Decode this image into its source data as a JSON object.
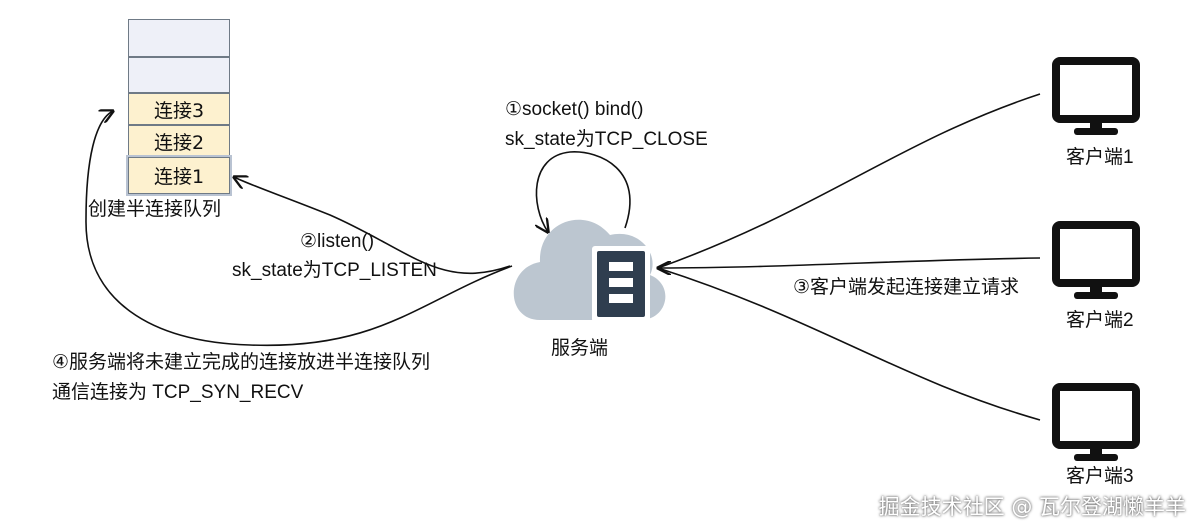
{
  "queue": {
    "cells": [
      "",
      "",
      "连接3",
      "连接2",
      "连接1"
    ],
    "caption": "创建半连接队列"
  },
  "server": {
    "label": "服务端"
  },
  "steps": {
    "step1_line1": "①socket() bind()",
    "step1_line2": "sk_state为TCP_CLOSE",
    "step2_line1": "②listen()",
    "step2_line2": "sk_state为TCP_LISTEN",
    "step3": "③客户端发起连接建立请求",
    "step4_line1": "④服务端将未建立完成的连接放进半连接队列",
    "step4_line2": "通信连接为 TCP_SYN_RECV"
  },
  "clients": [
    {
      "label": "客户端1"
    },
    {
      "label": "客户端2"
    },
    {
      "label": "客户端3"
    }
  ],
  "watermark": "掘金技术社区 @ 瓦尔登湖懒羊羊",
  "colors": {
    "queue_empty": "#eef0f8",
    "queue_filled": "#fdf1cf",
    "cloud": "#bcc6d0",
    "server_box": "#2f3e4f"
  }
}
